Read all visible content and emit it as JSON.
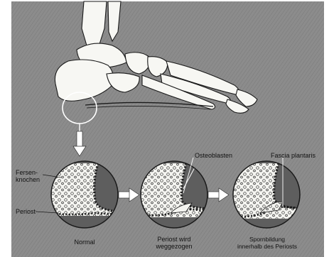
{
  "labels": {
    "fersenknochen": "Fersen-\nknochen",
    "periost": "Periost",
    "osteoblasten": "Osteoblasten",
    "fascia_plantaris": "Fascia plantaris",
    "normal": "Normal",
    "periost_wird_weggezogen": "Periost wird\nweggezogen",
    "spornbildung": "Spornbildung\ninnerhalb des Periosts"
  },
  "colors": {
    "background": "#ffffff",
    "illustration_bg": "#8c8c8c",
    "bone": "#f4f4f0",
    "tissue": "#5e5e5e",
    "outline": "#1a1a1a"
  },
  "icons": {
    "foot": "foot-skeleton-illustration",
    "arrow_down": "down-arrow",
    "arrow_right": "right-arrow"
  }
}
